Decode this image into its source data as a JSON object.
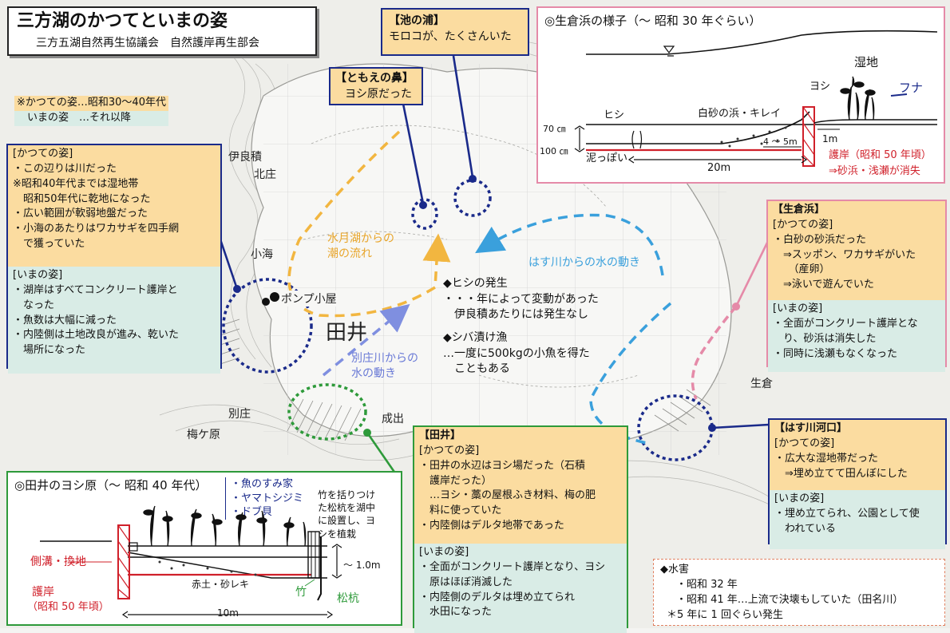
{
  "title": "三方湖のかつてといまの姿",
  "subtitle": "三方五湖自然再生協議会　自然護岸再生部会",
  "legend": {
    "past": "※かつての姿…昭和30～40年代",
    "now": "　いまの姿　…それ以降"
  },
  "colors": {
    "yellow_box": "#fbdca0",
    "teal_box": "#d9ece6",
    "navy": "#1a2a8a",
    "orange_flow": "#f2b640",
    "blue_flow": "#3aa0dc",
    "periwinkle_flow": "#7f8fe0",
    "pink": "#e58aa8",
    "green": "#2e9a3a",
    "red": "#d0202a"
  },
  "place_names": {
    "irazumi": "伊良積",
    "kitasho": "北庄",
    "kogai": "小海",
    "tai": "田井",
    "pump": "ポンプ小屋",
    "bessho": "別庄",
    "umegahara": "梅ケ原",
    "naruide": "成出",
    "namakura": "生倉"
  },
  "flows": {
    "suigetsu": "水月湖からの\n潮の流れ",
    "hasu": "はす川からの水の動き",
    "besho": "別庄川からの\n水の動き"
  },
  "notes": {
    "hishi_title": "◆ヒシの発生",
    "hishi_1": "・・・年によって変動があった",
    "hishi_2": "　伊良積あたりには発生なし",
    "shiba_title": "◆シバ漬け漁",
    "shiba_1": "…一度に500kgの小魚を得た",
    "shiba_2": "　こともある"
  },
  "ikenoura": {
    "title": "【池の浦】",
    "text": "モロコが、たくさんいた"
  },
  "tomoe": {
    "title": "【ともえの鼻】",
    "text": "ヨシ原だった"
  },
  "left_box": {
    "past_title": "[かつての姿]",
    "past": [
      "・この辺りは川だった",
      "※昭和40年代までは湿地帯",
      "　昭和50年代に乾地になった",
      "・広い範囲が軟弱地盤だった",
      "・小海のあたりはワカサギを四手網",
      "　で獲っていた"
    ],
    "now_title": "[いまの姿]",
    "now": [
      "・湖岸はすべてコンクリート護岸と",
      "　なった",
      "・魚数は大幅に減った",
      "・内陸側は土地改良が進み、乾いた",
      "　場所になった"
    ]
  },
  "namakura_hama": {
    "title": "【生倉浜】",
    "past_title": "[かつての姿]",
    "past": [
      "・白砂の砂浜だった",
      "　⇒スッポン、ワカサギがいた",
      "　　（産卵）",
      "　⇒泳いで遊んでいた"
    ],
    "now_title": "[いまの姿]",
    "now": [
      "・全面がコンクリート護岸とな",
      "　り、砂浜は消失した",
      "・同時に浅瀬もなくなった"
    ]
  },
  "hasukawa": {
    "title": "【はす川河口】",
    "past_title": "[かつての姿]",
    "past": [
      "・広大な湿地帯だった",
      "　⇒埋め立てて田んぼにした"
    ],
    "now_title": "[いまの姿]",
    "now": [
      "・埋め立てられ、公園として使",
      "　われている"
    ]
  },
  "tai_box": {
    "title": "【田井】",
    "past_title": "[かつての姿]",
    "past": [
      "・田井の水辺はヨシ場だった（石積",
      "　護岸だった）",
      "　…ヨシ・藁の屋根ふき材料、梅の肥",
      "　料に使っていた",
      "・内陸側はデルタ地帯であった"
    ],
    "now_title": "[いまの姿]",
    "now": [
      "・全面がコンクリート護岸となり、ヨシ",
      "　原はほぼ消滅した",
      "・内陸側のデルタは埋め立てられ",
      "　水田になった"
    ]
  },
  "disaster": {
    "title": "◆水害",
    "lines": [
      "・昭和 32 年",
      "・昭和 41 年…上流で決壊もしていた（田名川）",
      "＊5 年に 1 回ぐらい発生"
    ]
  },
  "namakura_diagram": {
    "title": "◎生倉浜の様子（～ 昭和 30 年ぐらい）",
    "wetland": "湿地",
    "yoshi": "ヨシ",
    "funa": "フナ",
    "hishi": "ヒシ",
    "shirasuna": "白砂の浜・キレイ",
    "depth1": "70 ㎝",
    "depth2": "100 ㎝",
    "mud": "泥っぽい",
    "dist1": "1m",
    "dist2": "4 ～ 5m",
    "dist3": "20m",
    "gogan": "護岸（昭和 50 年頃）",
    "loss": "⇒砂浜・浅瀬が消失"
  },
  "tai_diagram": {
    "title": "◎田井のヨシ原（～ 昭和 40 年代）",
    "species": [
      "・魚のすみ家",
      "・ヤマトシジミ",
      "・ドブ貝"
    ],
    "bamboo_note": [
      "竹を括りつけ",
      "た松杭を湖中",
      "に設置し、ヨ",
      "シを植栽"
    ],
    "sokko": "側溝・換地",
    "gogan": "護岸",
    "gogan_year": "（昭和 50 年頃）",
    "soil": "赤土・砂レキ",
    "depth": "～ 1.0m",
    "take": "竹",
    "matsukui": "松杭",
    "dist": "10m"
  }
}
